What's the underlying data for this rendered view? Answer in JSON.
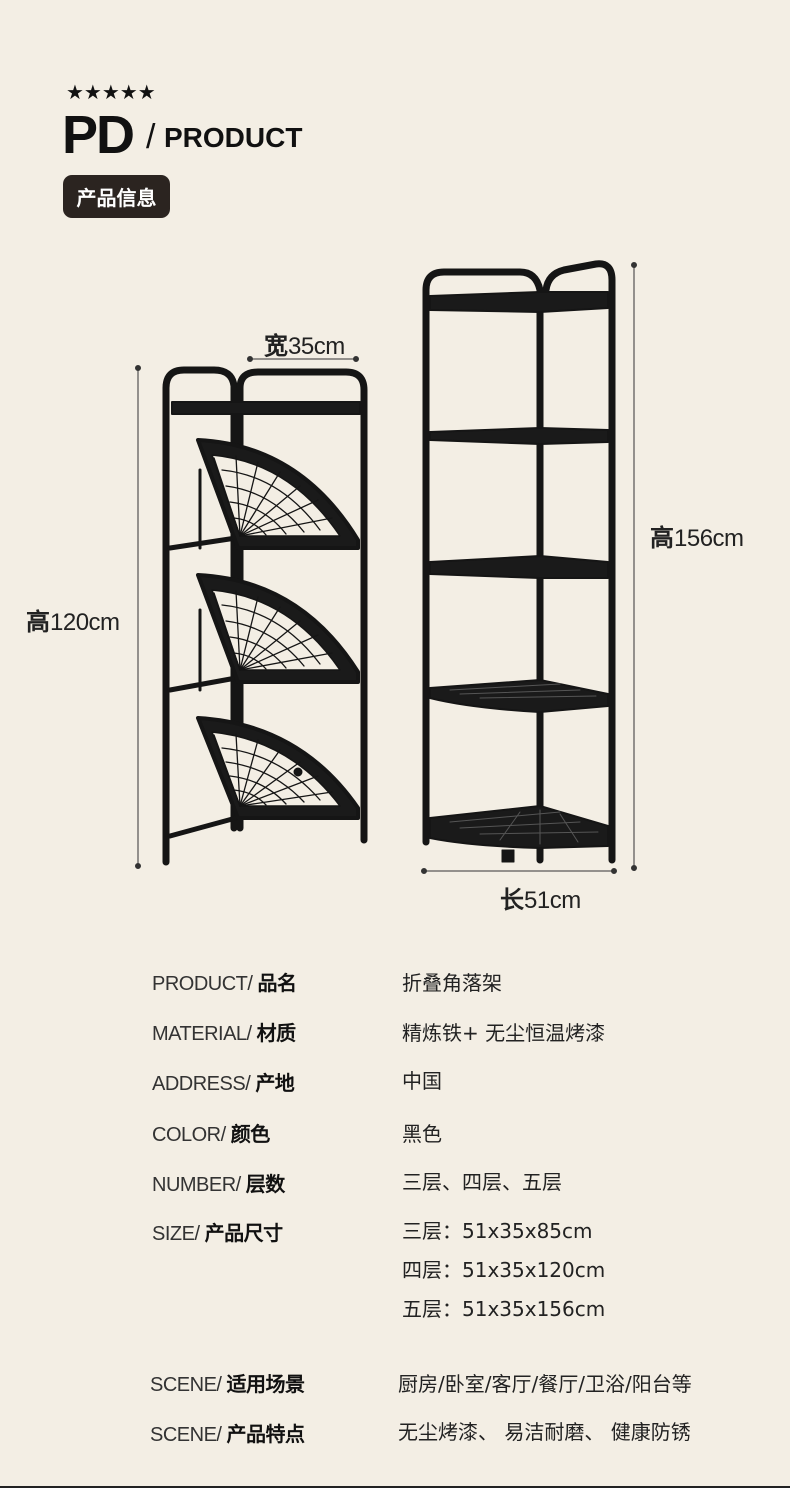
{
  "header": {
    "stars": "★★★★★",
    "pd": "PD",
    "slash": "/",
    "product": "PRODUCT",
    "badge": "产品信息"
  },
  "dimensions": {
    "width_zh": "宽",
    "width_val": "35cm",
    "height_left_zh": "高",
    "height_left_val": "120cm",
    "height_right_zh": "高",
    "height_right_val": "156cm",
    "length_zh": "长",
    "length_val": "51cm"
  },
  "specs": [
    {
      "en": "PRODUCT/",
      "zh": "品名",
      "value": "折叠角落架"
    },
    {
      "en": "MATERIAL/",
      "zh": "材质",
      "value": "精炼铁+ 无尘恒温烤漆"
    },
    {
      "en": "ADDRESS/",
      "zh": "产地",
      "value": "中国"
    },
    {
      "en": "COLOR/",
      "zh": "颜色",
      "value": "黑色"
    },
    {
      "en": "NUMBER/",
      "zh": "层数",
      "value": "三层、四层、五层"
    },
    {
      "en": "SIZE/",
      "zh": "产品尺寸",
      "value": "三层：51x35x85cm"
    }
  ],
  "size_extra": [
    "四层：51x35x120cm",
    "五层：51x35x156cm"
  ],
  "scenes": [
    {
      "en": "SCENE/",
      "zh": "适用场景",
      "value": "厨房/卧室/客厅/餐厅/卫浴/阳台等"
    },
    {
      "en": "SCENE/",
      "zh": "产品特点",
      "value": "无尘烤漆、 易洁耐磨、 健康防锈"
    }
  ],
  "colors": {
    "background": "#f3eee4",
    "badge": "#2b2420",
    "frame": "#151515"
  }
}
